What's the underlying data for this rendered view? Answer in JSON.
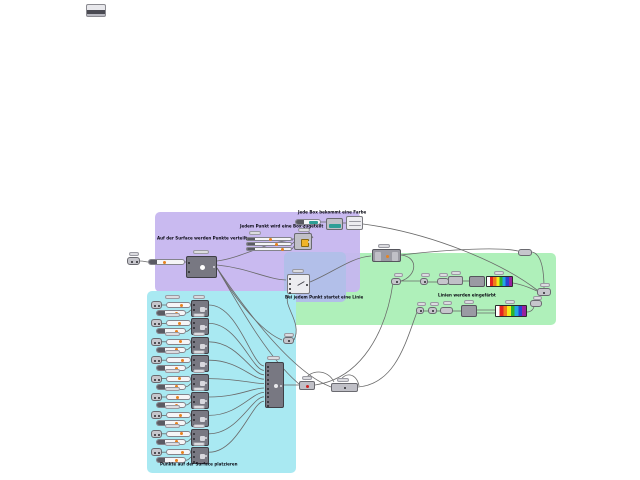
{
  "canvas": {
    "background": "#ffffff",
    "app": "grasshopper-node-canvas"
  },
  "widget": {
    "name": "canvas-toolbox-widget"
  },
  "colors": {
    "purple": "#c6b6ef",
    "blue": "#b2bfe9",
    "cyan": "#a9e9f2",
    "green": "#aff0ba",
    "wire": "#6a6a6a",
    "knob": "#e8821e",
    "teal": "#2e9e96",
    "comp_dark": "#787882"
  },
  "captions": {
    "distribute": "Auf der Surface werden Punkte verteilt",
    "box_assign": "Jedem Punkt wird eine Box zugeteilt",
    "box_color": "Jede Box bekommt eine Farbe",
    "line_start": "Bei jedem Punkt startet eine Linie",
    "line_color": "Linien werden eingefärbt",
    "place_points": "Punkte auf der Surface platzieren"
  },
  "gradient": {
    "colors": [
      "#ffffff",
      "#e32222",
      "#f07c1a",
      "#f3ea1a",
      "#2bb32b",
      "#22a5e2",
      "#2a3fd4",
      "#97219e"
    ]
  },
  "cyan_rows": {
    "count": 9,
    "knobs": [
      0.55,
      0.45,
      0.5,
      0.6,
      0.45,
      0.35,
      0.5,
      0.55,
      0.6
    ]
  }
}
